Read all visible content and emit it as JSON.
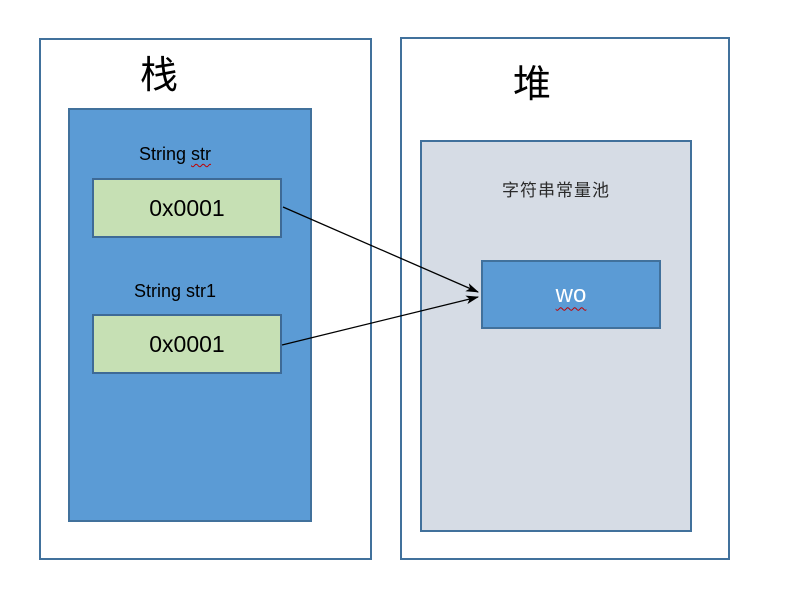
{
  "diagram": {
    "stack": {
      "title": "栈",
      "slots": [
        {
          "label_prefix": "String",
          "label_word": "str",
          "value": "0x0001"
        },
        {
          "label": "String str1",
          "value": "0x0001"
        }
      ]
    },
    "heap": {
      "title": "堆",
      "pool_label": "字符串常量池",
      "pool_string": "wo"
    },
    "colors": {
      "panel_border": "#41719C",
      "stack_frame_fill": "#5B9BD5",
      "reference_box_fill": "#C6E0B4",
      "reference_box_border": "#3E6A96",
      "constant_pool_fill": "#D6DCE5",
      "string_box_fill": "#5B9BD5",
      "string_text": "#FFFFFF",
      "spellcheck_squiggle": "#C00000",
      "arrow": "#000000"
    }
  }
}
